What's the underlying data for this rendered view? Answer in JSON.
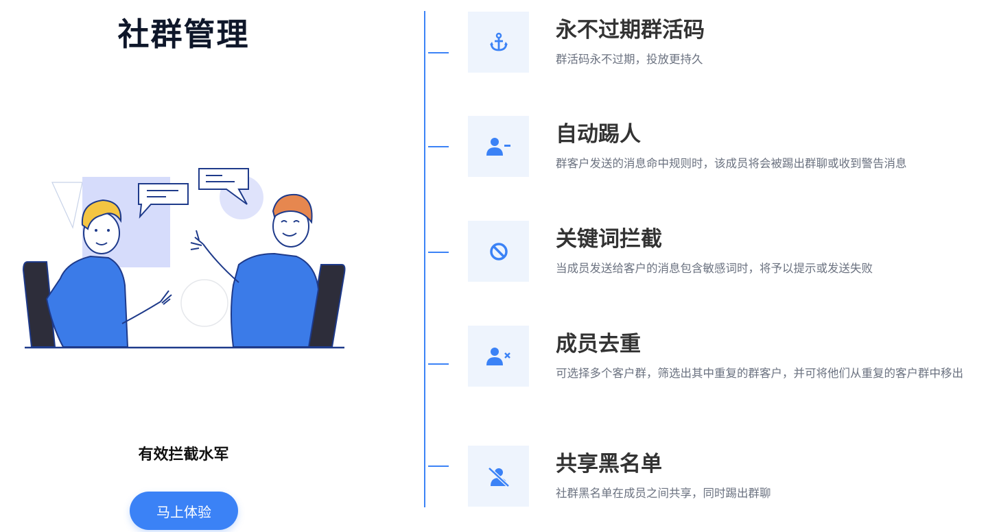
{
  "page": {
    "title": "社群管理",
    "subtitle": "有效拦截水军",
    "cta_label": "马上体验"
  },
  "colors": {
    "accent": "#3b82f6",
    "icon_box_bg": "#eef4fd",
    "title_text": "#333333",
    "desc_text": "#6b7280"
  },
  "features": [
    {
      "icon": "anchor-icon",
      "title": "永不过期群活码",
      "desc": "群活码永不过期，投放更持久"
    },
    {
      "icon": "user-minus-icon",
      "title": "自动踢人",
      "desc": "群客户发送的消息命中规则时，该成员将会被踢出群聊或收到警告消息"
    },
    {
      "icon": "ban-icon",
      "title": "关键词拦截",
      "desc": "当成员发送给客户的消息包含敏感词时，将予以提示或发送失败"
    },
    {
      "icon": "user-remove-icon",
      "title": "成员去重",
      "desc": "可选择多个客户群，筛选出其中重复的群客户，并可将他们从重复的客户群中移出"
    },
    {
      "icon": "user-slash-icon",
      "title": "共享黑名单",
      "desc": "社群黑名单在成员之间共享，同时踢出群聊"
    }
  ]
}
